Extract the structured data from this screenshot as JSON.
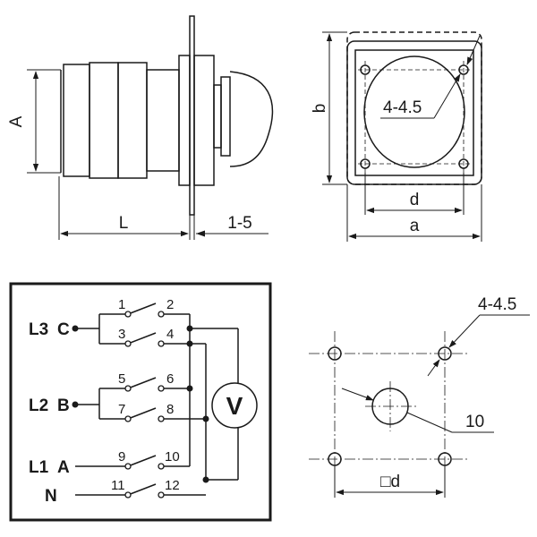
{
  "side_view": {
    "dim_height": "A",
    "dim_length": "L",
    "dim_panel": "1-5"
  },
  "front_view": {
    "dim_height": "b",
    "dim_holes": "4-4.5",
    "dim_hole_spacing": "d",
    "dim_width": "a"
  },
  "wiring": {
    "phases": [
      {
        "name": "L3",
        "letter": "C"
      },
      {
        "name": "L2",
        "letter": "B"
      },
      {
        "name": "L1",
        "letter": "A"
      },
      {
        "name": "N",
        "letter": ""
      }
    ],
    "contacts": [
      "1",
      "2",
      "3",
      "4",
      "5",
      "6",
      "7",
      "8",
      "9",
      "10",
      "11",
      "12"
    ],
    "meter": "V"
  },
  "cutout": {
    "dim_holes": "4-4.5",
    "dim_center": "10",
    "dim_spacing": "□d"
  }
}
